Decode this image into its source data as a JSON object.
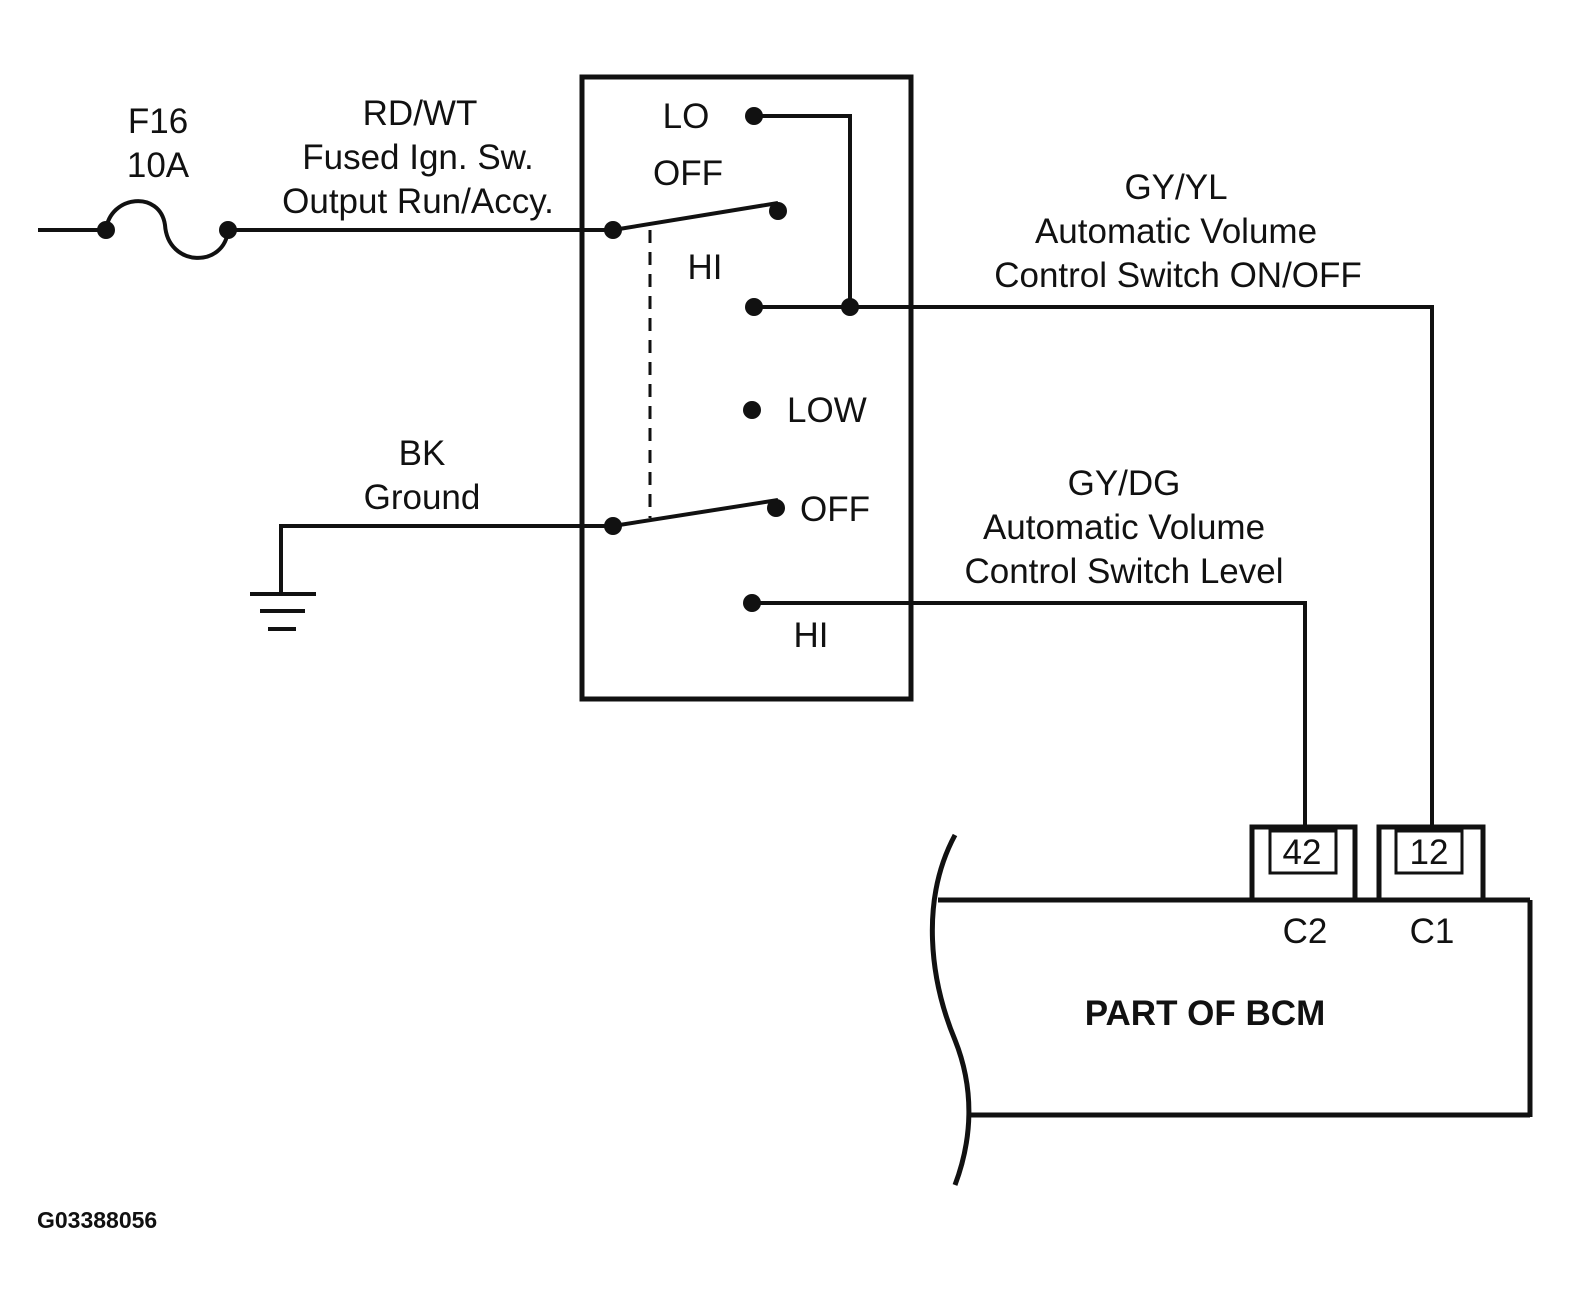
{
  "fuse": {
    "id": "F16",
    "rating": "10A"
  },
  "wires": {
    "feed": {
      "color": "RD/WT",
      "line1": "Fused Ign. Sw.",
      "line2": "Output Run/Accy."
    },
    "ground": {
      "color": "BK",
      "name": "Ground"
    },
    "on_off": {
      "color": "GY/YL",
      "line1": "Automatic Volume",
      "line2": "Control Switch ON/OFF"
    },
    "level": {
      "color": "GY/DG",
      "line1": "Automatic Volume",
      "line2": "Control Switch Level"
    }
  },
  "switch": {
    "upper": {
      "lo": "LO",
      "off": "OFF",
      "hi": "HI"
    },
    "lower": {
      "low": "LOW",
      "off": "OFF",
      "hi": "HI"
    }
  },
  "bcm": {
    "label": "PART OF BCM",
    "connectors": [
      {
        "pin": "42",
        "name": "C2"
      },
      {
        "pin": "12",
        "name": "C1"
      }
    ]
  },
  "figure_id": "G03388056"
}
